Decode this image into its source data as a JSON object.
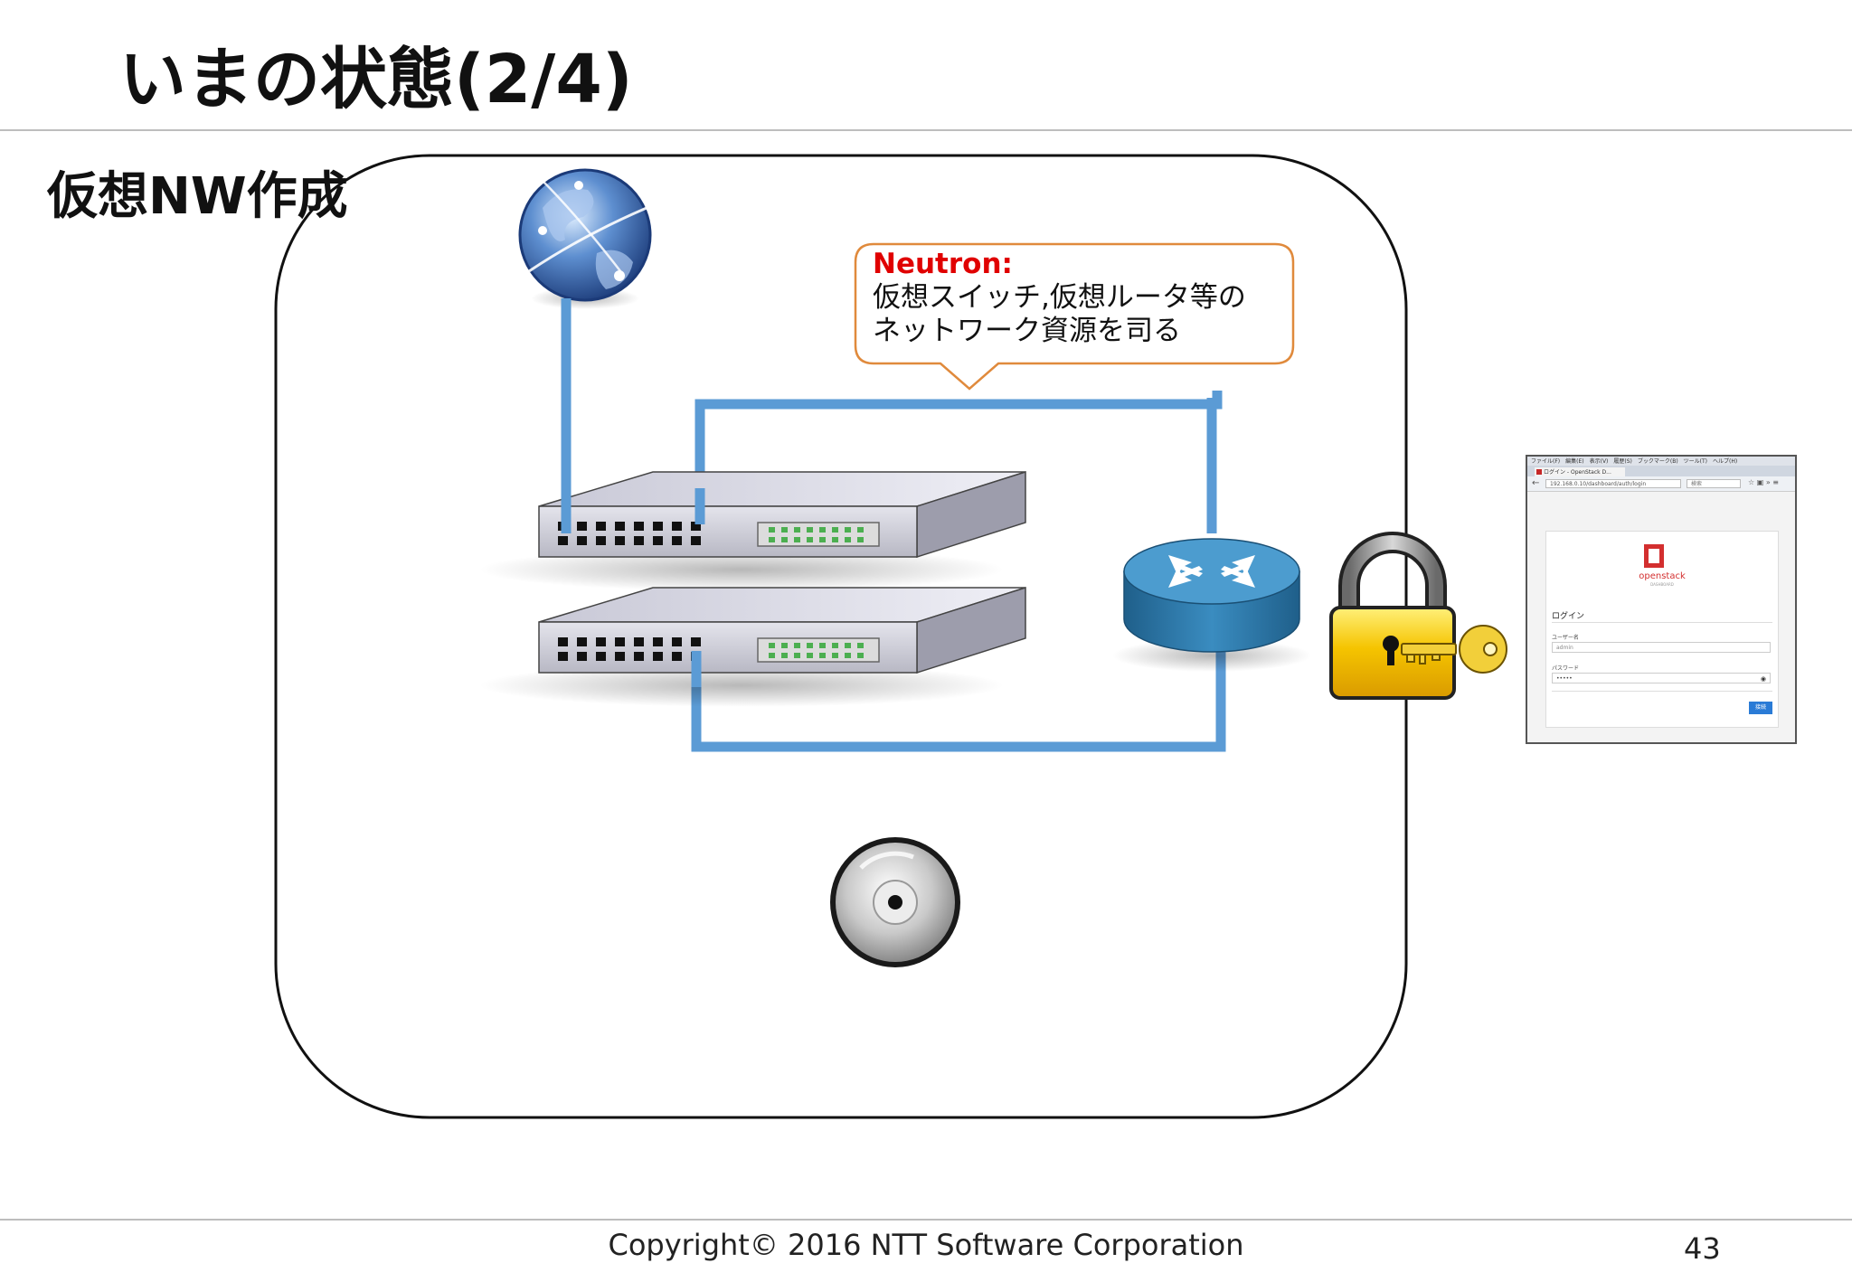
{
  "slide": {
    "title": "いまの状態(2/4)",
    "subtitle": "仮想NW作成",
    "copyright": "Copyright© 2016 NTT Software Corporation",
    "page_number": "43"
  },
  "callout": {
    "title": "Neutron:",
    "line1": "仮想スイッチ,仮想ルータ等の",
    "line2": "ネットワーク資源を司る",
    "title_color": "#e00000",
    "border_color": "#e08a3c"
  },
  "colors": {
    "link": "#5b9bd5",
    "router": "#2f7fb0",
    "lock": "#f5c400",
    "port_led": "#4caf50"
  },
  "icons": {
    "globe": "globe-icon",
    "switch": "network-switch-icon",
    "router": "router-icon",
    "lock": "padlock-key-icon",
    "disk": "disk-icon"
  },
  "browser": {
    "menubar": "ファイル(F)　編集(E)　表示(V)　履歴(S)　ブックマーク(B)　ツール(T)　ヘルプ(H)",
    "tab_label": "ログイン - OpenStack D...",
    "url": "192.168.0.10/dashboard/auth/login",
    "search_placeholder": "検索",
    "logo_text": "openstack",
    "logo_sub": "DASHBOARD",
    "heading": "ログイン",
    "username_label": "ユーザー名",
    "username_value": "admin",
    "password_label": "パスワード",
    "password_value": "•••••",
    "submit_label": "接続"
  }
}
